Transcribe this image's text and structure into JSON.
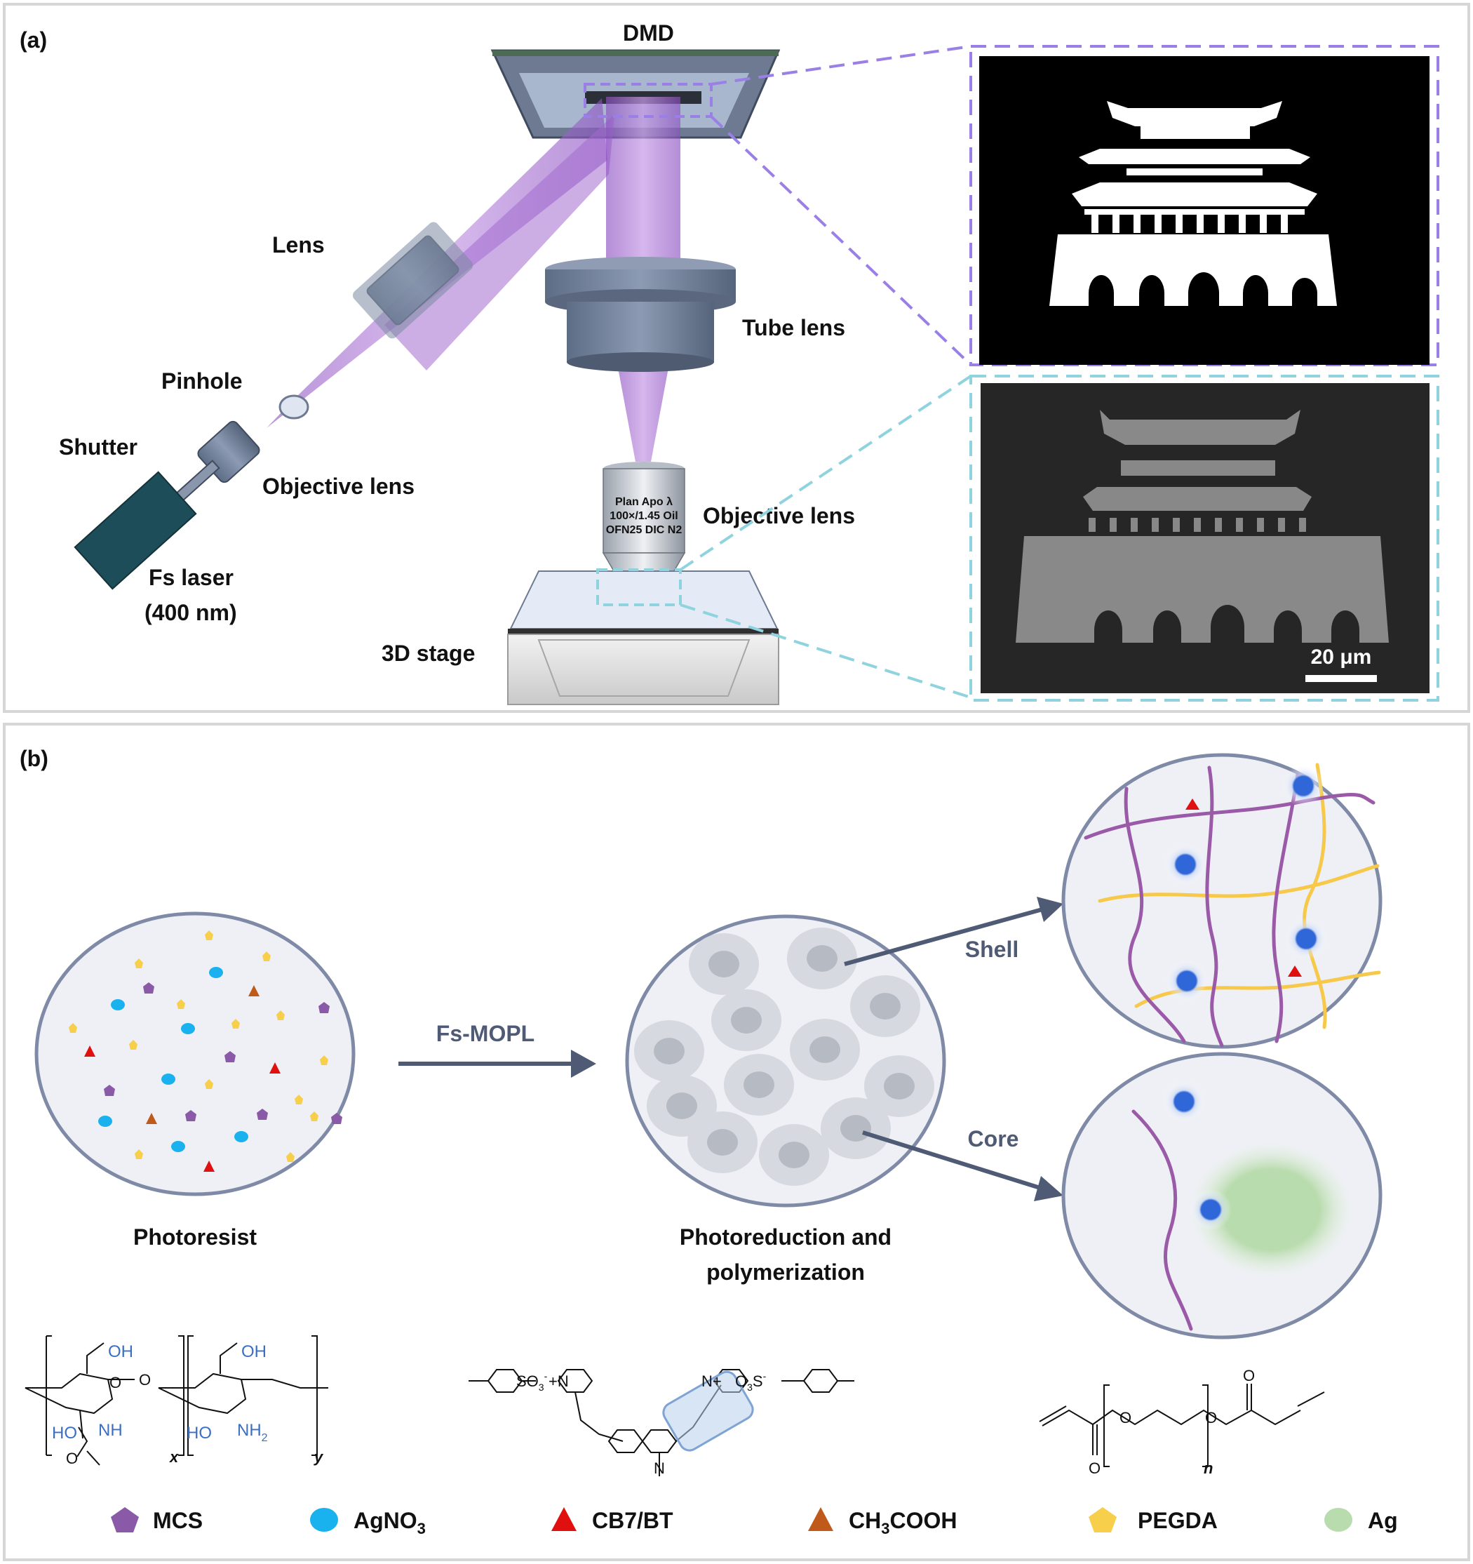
{
  "panel_a": {
    "label": "(a)",
    "components": {
      "dmd": "DMD",
      "lens": "Lens",
      "tube_lens": "Tube lens",
      "pinhole": "Pinhole",
      "shutter": "Shutter",
      "objective_left": "Objective lens",
      "objective_right": "Objective lens",
      "fs_laser": "Fs laser",
      "fs_laser_wavelength": "(400 nm)",
      "stage": "3D stage"
    },
    "objective_text": [
      "Plan Apo λ",
      "100×/1.45 Oil",
      "OFN25 DIC N2"
    ],
    "scale_bar": "20 μm",
    "colors": {
      "beam": "#9b5cc9",
      "mask_frame": "#9a7fe6",
      "sem_frame": "#8fd3de",
      "glass": "#6f7f9a"
    }
  },
  "panel_b": {
    "label": "(b)",
    "arrow_process": "Fs-MOPL",
    "shell": "Shell",
    "core": "Core",
    "photoresist": "Photoresist",
    "photoreduction_line1": "Photoreduction and",
    "photoreduction_line2": "polymerization",
    "legend": [
      {
        "label": "MCS",
        "sub": "",
        "tail": "",
        "shape": "pentagon",
        "color": "#8a5aa8"
      },
      {
        "label": "AgNO",
        "sub": "3",
        "tail": "",
        "shape": "circle",
        "color": "#19b2ee"
      },
      {
        "label": "CB7/BT",
        "sub": "",
        "tail": "",
        "shape": "triangle",
        "color": "#e01010"
      },
      {
        "label": "CH",
        "sub": "3",
        "tail": "COOH",
        "shape": "triangle",
        "color": "#c05a1a"
      },
      {
        "label": "PEGDA",
        "sub": "",
        "tail": "",
        "shape": "pentagon",
        "color": "#f7cf4a"
      },
      {
        "label": "Ag",
        "sub": "",
        "tail": "",
        "shape": "circle",
        "color": "#b9dcae"
      }
    ],
    "chem": {
      "oh1": "OH",
      "oh2": "OH",
      "ho1": "HO",
      "ho2": "HO",
      "nh": "NH",
      "nh2": "NH",
      "nh2_sub": "2",
      "o1": "O",
      "o2": "O",
      "o3": "O",
      "x": "x",
      "y": "y",
      "so3": "SO",
      "so3_sub": "3",
      "so3_sup": "-",
      "npl1": "+N",
      "npl2": "N+",
      "o3s": "O",
      "o3s_sub": "3",
      "o3s_tail": "S",
      "o3s_sup": "-",
      "n_methyl": "N",
      "peg_o1": "O",
      "peg_o2": "O",
      "peg_o3": "O",
      "peg_o4": "O",
      "peg_n": "n"
    }
  }
}
